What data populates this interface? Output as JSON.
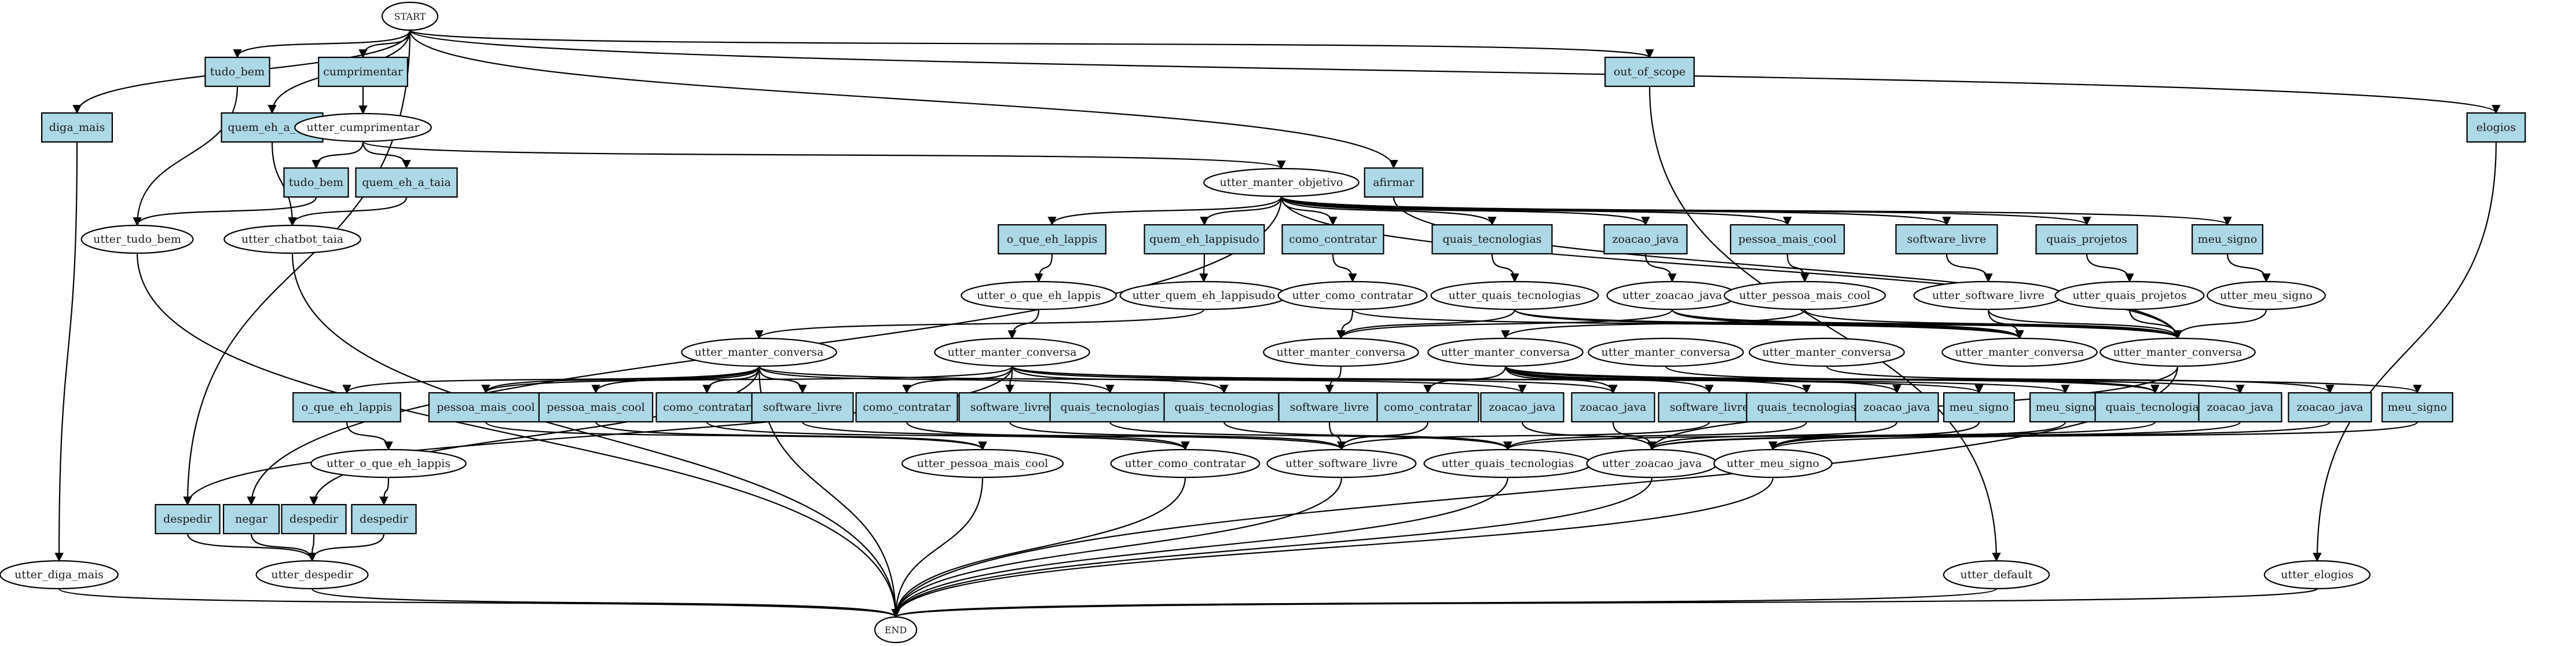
{
  "graph": {
    "start_label": "START",
    "end_label": "END",
    "colors": {
      "start": "#00ff00",
      "end": "#ff0000",
      "intent": "#add8e6",
      "action": "#ffffff",
      "edge": "#000000"
    },
    "nodes": {
      "start": "START",
      "i_tudo_bem_top": "tudo_bem",
      "i_cumprimentar": "cumprimentar",
      "i_diga_mais": "diga_mais",
      "i_quem_eh_a_taia_1": "quem_eh_a_taia",
      "i_out_of_scope": "out_of_scope",
      "i_elogios": "elogios",
      "a_utter_cumprimentar": "utter_cumprimentar",
      "i_tudo_bem_2": "tudo_bem",
      "i_quem_eh_a_taia_2": "quem_eh_a_taia",
      "i_afirmar": "afirmar",
      "a_utter_manter_objetivo": "utter_manter_objetivo",
      "a_utter_tudo_bem": "utter_tudo_bem",
      "a_utter_chatbot_taia": "utter_chatbot_taia",
      "i_o_que_eh_lappis_1": "o_que_eh_lappis",
      "i_quem_eh_lappisudo": "quem_eh_lappisudo",
      "i_como_contratar_1": "como_contratar",
      "i_quais_tecnologias_1": "quais_tecnologias",
      "i_zoacao_java_1": "zoacao_java",
      "i_pessoa_mais_cool_1": "pessoa_mais_cool",
      "i_software_livre_1": "software_livre",
      "i_quais_projetos": "quais_projetos",
      "i_meu_signo_1": "meu_signo",
      "a_utter_o_que_eh_lappis_1": "utter_o_que_eh_lappis",
      "a_utter_quem_eh_lappisudo": "utter_quem_eh_lappisudo",
      "a_utter_como_contratar_1": "utter_como_contratar",
      "a_utter_quais_tecnologias_1": "utter_quais_tecnologias",
      "a_utter_zoacao_java_1": "utter_zoacao_java",
      "a_utter_pessoa_mais_cool_1": "utter_pessoa_mais_cool",
      "a_utter_software_livre_1": "utter_software_livre",
      "a_utter_quais_projetos": "utter_quais_projetos",
      "a_utter_meu_signo_1": "utter_meu_signo",
      "a_mc_a": "utter_manter_conversa",
      "a_mc_b": "utter_manter_conversa",
      "a_mc_c": "utter_manter_conversa",
      "a_mc_d": "utter_manter_conversa",
      "a_mc_e": "utter_manter_conversa",
      "a_mc_f": "utter_manter_conversa",
      "a_mc_g": "utter_manter_conversa",
      "a_mc_h": "utter_manter_conversa",
      "i_o_que_eh_lappis_2": "o_que_eh_lappis",
      "i_pessoa_mais_cool_2": "pessoa_mais_cool",
      "i_pessoa_mais_cool_3": "pessoa_mais_cool",
      "i_como_contratar_2": "como_contratar",
      "i_software_livre_2": "software_livre",
      "i_como_contratar_3": "como_contratar",
      "i_software_livre_3": "software_livre",
      "i_quais_tecnologias_2": "quais_tecnologias",
      "i_quais_tecnologias_3": "quais_tecnologias",
      "i_software_livre_4": "software_livre",
      "i_como_contratar_4": "como_contratar",
      "i_zoacao_java_2": "zoacao_java",
      "i_zoacao_java_3": "zoacao_java",
      "i_software_livre_5": "software_livre",
      "i_quais_tecnologias_4": "quais_tecnologias",
      "i_zoacao_java_4": "zoacao_java",
      "i_meu_signo_2": "meu_signo",
      "i_meu_signo_3": "meu_signo",
      "i_quais_tecnologias_5": "quais_tecnologias",
      "i_zoacao_java_5": "zoacao_java",
      "i_zoacao_java_6": "zoacao_java",
      "i_meu_signo_4": "meu_signo",
      "a_utter_o_que_eh_lappis_2": "utter_o_que_eh_lappis",
      "a_utter_pessoa_mais_cool_2": "utter_pessoa_mais_cool",
      "a_utter_como_contratar_2": "utter_como_contratar",
      "a_utter_software_livre_2": "utter_software_livre",
      "a_utter_quais_tecnologias_2": "utter_quais_tecnologias",
      "a_utter_zoacao_java_2": "utter_zoacao_java",
      "a_utter_meu_signo_2": "utter_meu_signo",
      "i_despedir_1": "despedir",
      "i_negar": "negar",
      "i_despedir_2": "despedir",
      "i_despedir_3": "despedir",
      "a_utter_diga_mais": "utter_diga_mais",
      "a_utter_despedir": "utter_despedir",
      "a_utter_default": "utter_default",
      "a_utter_elogios": "utter_elogios",
      "end": "END"
    }
  }
}
